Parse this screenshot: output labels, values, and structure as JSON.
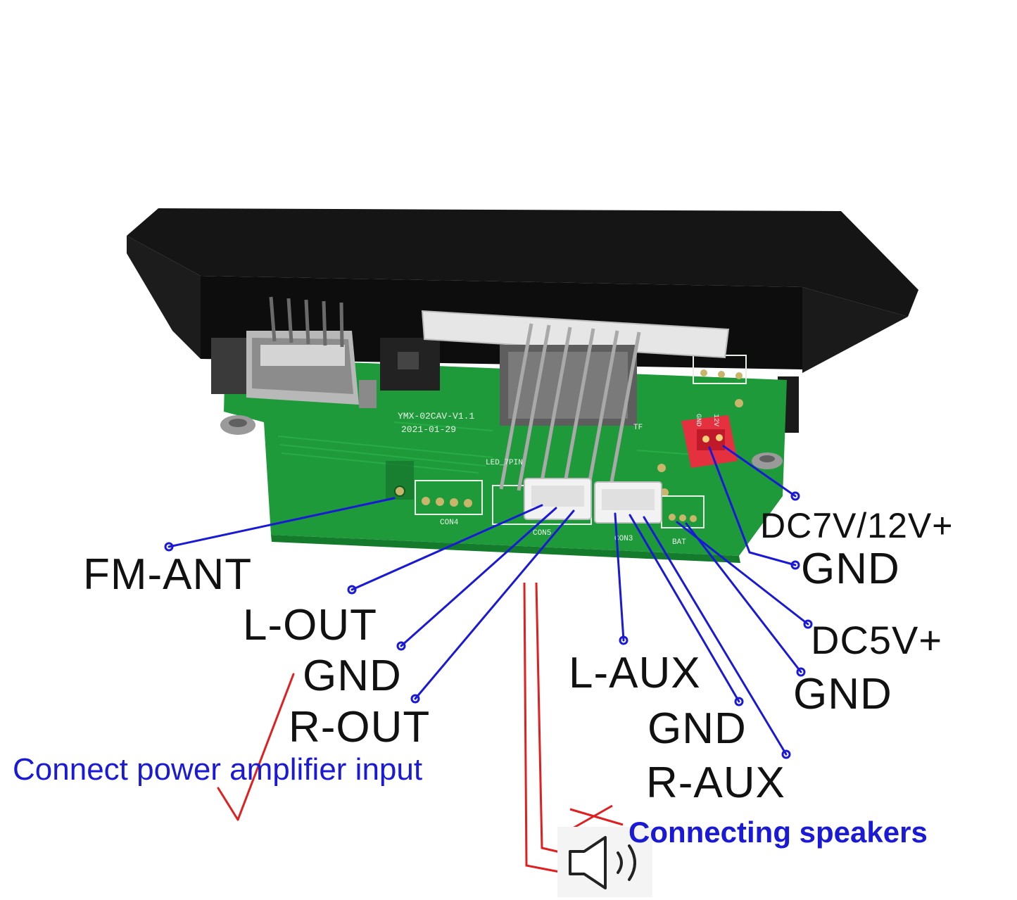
{
  "board": {
    "model_text": "YMX-02CAV-V1.1",
    "date_text": "2021-01-29",
    "header_label": "LED_7PIN",
    "con4_label": "CON4",
    "con5_label": "CON5",
    "con3_label": "CON3",
    "bat_label": "BAT",
    "power_label_gnd": "GND",
    "power_label_12v": "12V",
    "tf_label": "TF"
  },
  "labels": {
    "fm_ant": "FM-ANT",
    "l_out": "L-OUT",
    "gnd_out": "GND",
    "r_out": "R-OUT",
    "l_aux": "L-AUX",
    "gnd_aux": "GND",
    "r_aux": "R-AUX",
    "dc_12v": "DC7V/12V+",
    "gnd_12v": "GND",
    "dc_5v": "DC5V+",
    "gnd_5v": "GND"
  },
  "notes": {
    "amplifier": "Connect power amplifier input",
    "speakers": "Connecting speakers"
  },
  "colors": {
    "pcb": "#1f9a3a",
    "leader_line": "#1a1ad6",
    "mark": "#e02020",
    "note_text": "#1a1ad6",
    "label_text": "#111111",
    "connector_white": "#f2f2f2",
    "connector_red": "#e53040"
  },
  "icons": {
    "check": "check-mark-icon",
    "cross": "cross-mark-icon",
    "speaker": "speaker-icon"
  }
}
